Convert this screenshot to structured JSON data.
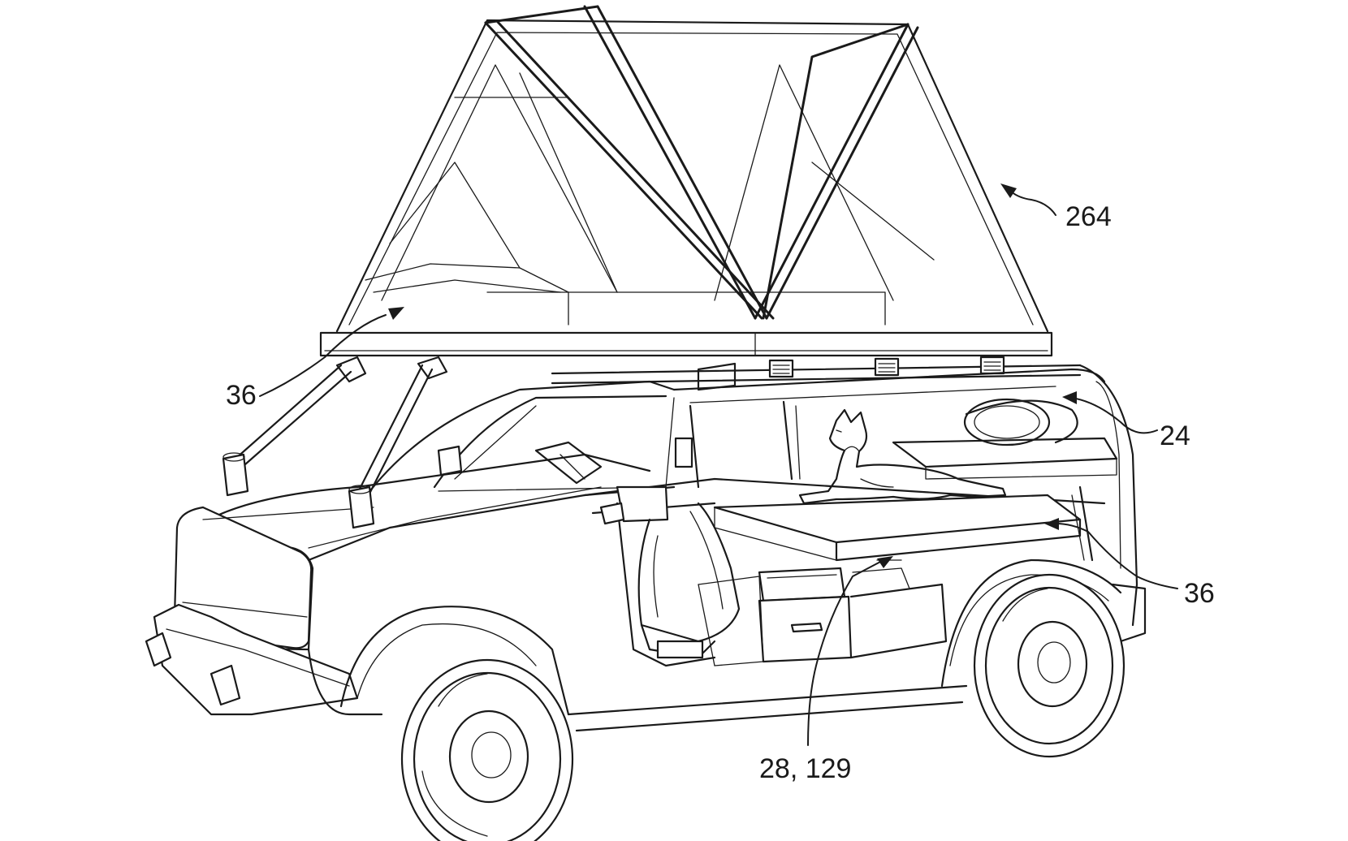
{
  "figure": {
    "subject": "patent-line-drawing",
    "stroke_color": "#1a1a1a",
    "background_color": "#ffffff",
    "reference_labels": {
      "tent": "264",
      "rail_left": "36",
      "cabin": "24",
      "rail_right": "36",
      "drawer": "28, 129"
    }
  }
}
